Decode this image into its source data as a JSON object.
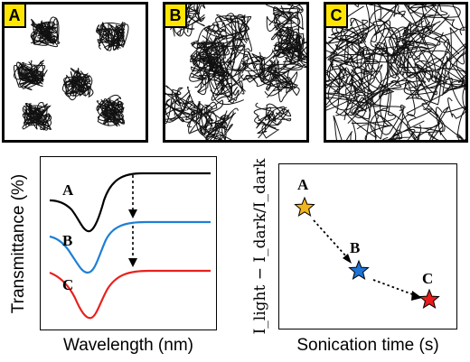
{
  "panels": [
    {
      "tag": "A"
    },
    {
      "tag": "B"
    },
    {
      "tag": "C"
    }
  ],
  "transmittance_plot": {
    "ylabel": "Transmittance (%)",
    "xlabel": "Wavelength (nm)",
    "curves": [
      {
        "label": "A",
        "color": "#000000"
      },
      {
        "label": "B",
        "color": "#1e7fd6"
      },
      {
        "label": "C",
        "color": "#e8201c"
      }
    ]
  },
  "photocurrent_plot": {
    "ylabel": "I_light − I_dark/I_dark",
    "xlabel": "Sonication time (s)",
    "points": [
      {
        "label": "A",
        "color": "#f2b51c"
      },
      {
        "label": "B",
        "color": "#1e73d6"
      },
      {
        "label": "C",
        "color": "#e81c1c"
      }
    ]
  }
}
